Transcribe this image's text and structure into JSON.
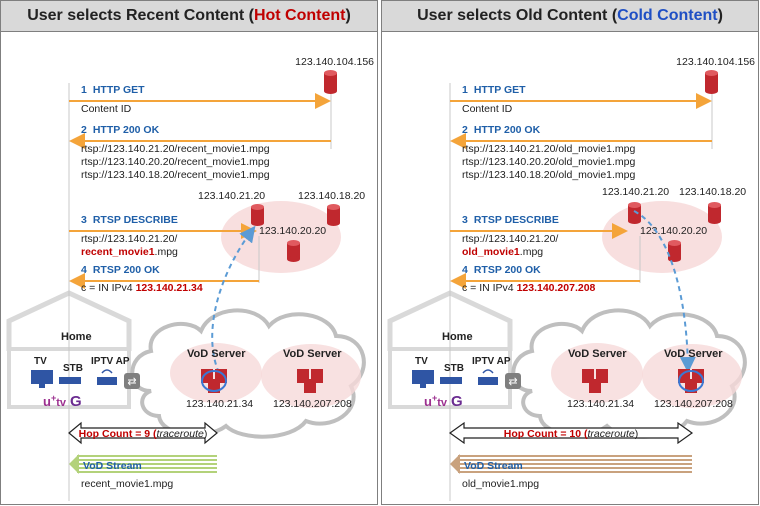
{
  "left": {
    "title_prefix": "User selects Recent Content (",
    "title_highlight": "Hot Content",
    "title_suffix": ")",
    "origin_ip": "123.140.104.156",
    "step1_num": "1",
    "step1_label": "HTTP GET",
    "step1_detail": "Content ID",
    "step2_num": "2",
    "step2_label": "HTTP 200 OK",
    "step2_lines": [
      "rtsp://123.140.21.20/recent_movie1.mpg",
      "rtsp://123.140.20.20/recent_movie1.mpg",
      "rtsp://123.140.18.20/recent_movie1.mpg"
    ],
    "cluster_ip_a": "123.140.21.20",
    "cluster_ip_b": "123.140.18.20",
    "cluster_ip_c": "123.140.20.20",
    "step3_num": "3",
    "step3_label": "RTSP DESCRIBE",
    "step3_line1": "rtsp://123.140.21.20/",
    "step3_file": "recent_movie1",
    "step3_ext": ".mpg",
    "step4_num": "4",
    "step4_label": "RTSP 200 OK",
    "step4_prefix": "c = IN IPv4 ",
    "step4_ip": "123.140.21.34",
    "home_label": "Home",
    "tv_label": "TV",
    "stb_label": "STB",
    "ap_label": "IPTV AP",
    "server1_label": "VoD Server",
    "server1_ip": "123.140.21.34",
    "server2_label": "VoD Server",
    "server2_ip": "123.140.207.208",
    "hop_label": "Hop Count = 9 (",
    "hop_italic": "traceroute",
    "hop_close": ")",
    "stream_label": "VoD Stream",
    "stream_file": "recent_movie1.mpg"
  },
  "right": {
    "title_prefix": "User selects Old Content (",
    "title_highlight": "Cold Content",
    "title_suffix": ")",
    "origin_ip": "123.140.104.156",
    "step1_num": "1",
    "step1_label": "HTTP GET",
    "step1_detail": "Content ID",
    "step2_num": "2",
    "step2_label": "HTTP 200 OK",
    "step2_lines": [
      "rtsp://123.140.21.20/old_movie1.mpg",
      "rtsp://123.140.20.20/old_movie1.mpg",
      "rtsp://123.140.18.20/old_movie1.mpg"
    ],
    "cluster_ip_a": "123.140.21.20",
    "cluster_ip_b": "123.140.18.20",
    "cluster_ip_c": "123.140.20.20",
    "step3_num": "3",
    "step3_label": "RTSP DESCRIBE",
    "step3_line1": "rtsp://123.140.21.20/",
    "step3_file": "old_movie1",
    "step3_ext": ".mpg",
    "step4_num": "4",
    "step4_label": "RTSP 200 OK",
    "step4_prefix": "c = IN IPv4 ",
    "step4_ip": "123.140.207.208",
    "home_label": "Home",
    "tv_label": "TV",
    "stb_label": "STB",
    "ap_label": "IPTV AP",
    "server1_label": "VoD Server",
    "server1_ip": "123.140.21.34",
    "server2_label": "VoD Server",
    "server2_ip": "123.140.207.208",
    "hop_label": "Hop Count = 10 (",
    "hop_italic": "traceroute",
    "hop_close": ")",
    "stream_label": "VoD Stream",
    "stream_file": "old_movie1.mpg"
  },
  "logo": {
    "u": "u",
    "plus": "+",
    "tv": "tv",
    "g": "G"
  },
  "colors": {
    "hot": "#c00000",
    "cold": "#1f4fc4",
    "arrow": "#f4a43a",
    "label_blue": "#1f5fa8",
    "db_red": "#c0282e",
    "stream_green": "#b3d27a",
    "stream_brown": "#c9a27e"
  }
}
